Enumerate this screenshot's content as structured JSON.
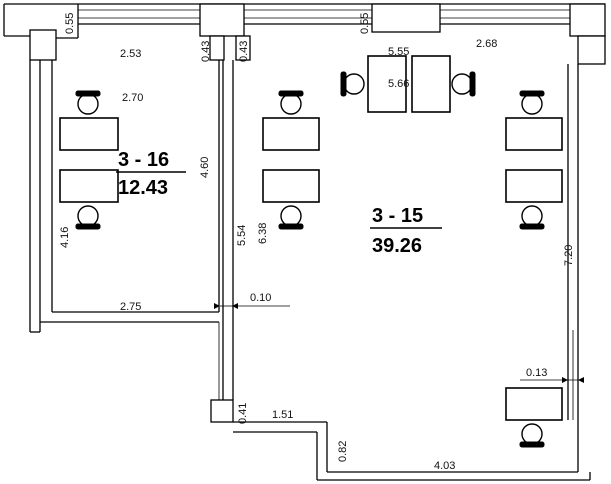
{
  "rooms": [
    {
      "id": "3 - 16",
      "area": "12.43"
    },
    {
      "id": "3 - 15",
      "area": "39.26"
    }
  ],
  "dimensions": {
    "window_left": "0.55",
    "window_mid": "0.55",
    "room16_top_width": "2.53",
    "room16_inner_width": "2.70",
    "room16_right_height": "4.60",
    "room16_left_height": "4.16",
    "room16_bottom_width": "2.75",
    "column_a": "0.43",
    "column_b": "0.43",
    "room15_width_a": "5.55",
    "room15_width_b": "5.66",
    "room15_right_top": "2.68",
    "room15_left_height_a": "5.54",
    "room15_left_height_b": "6.38",
    "room15_right_height": "7.20",
    "partition": "0.10",
    "wall_right": "0.13",
    "pier": "0.41",
    "recess_width": "1.51",
    "recess_depth": "0.82",
    "room15_bottom_width": "4.03"
  }
}
